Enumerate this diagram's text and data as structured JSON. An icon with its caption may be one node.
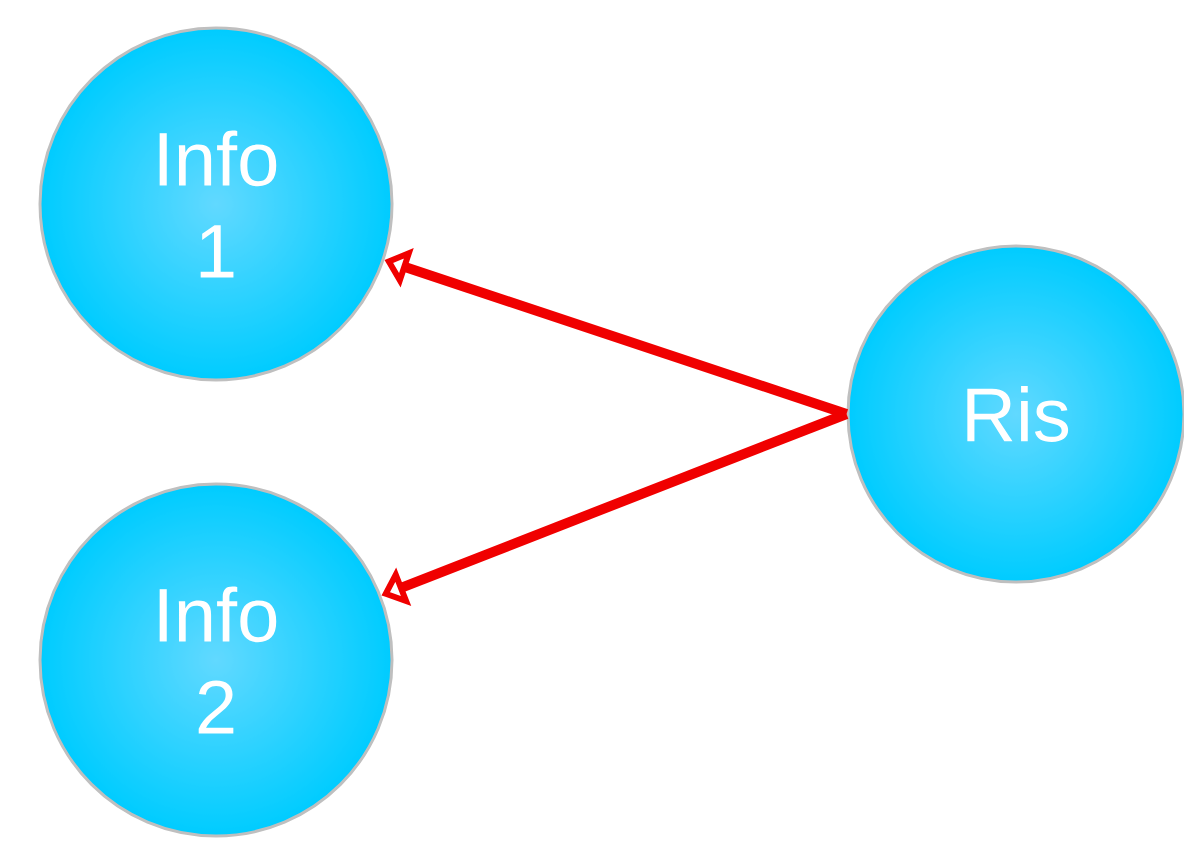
{
  "diagram": {
    "nodes": [
      {
        "text": [
          "Info 1"
        ]
      },
      {
        "text": [
          "Info 2"
        ]
      },
      {
        "text": [
          "Ris"
        ]
      }
    ],
    "edges": [
      {
        "from": 2,
        "to": 0,
        "arrow": "to"
      },
      {
        "from": 2,
        "to": 1,
        "arrow": "to"
      }
    ]
  }
}
